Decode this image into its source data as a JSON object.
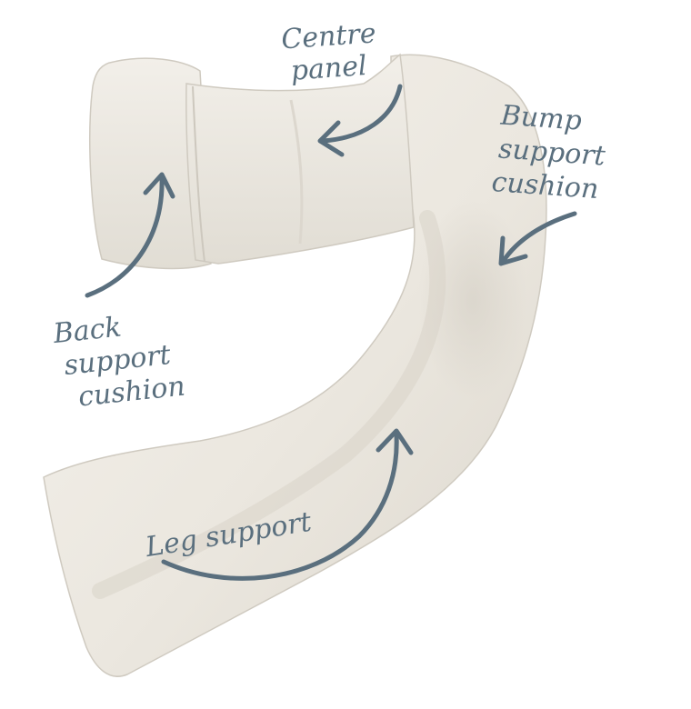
{
  "labels": {
    "centre_panel": [
      "Centre",
      "panel"
    ],
    "bump_support": [
      "Bump",
      "support",
      "cushion"
    ],
    "back_support": [
      "Back",
      "support",
      "cushion"
    ],
    "leg_support": [
      "Leg support"
    ]
  },
  "colors": {
    "label": "#5a6f7e",
    "pillow_light": "#f3f0ea",
    "pillow_mid": "#e4e0d8",
    "pillow_shadow": "#c9c4bb"
  }
}
